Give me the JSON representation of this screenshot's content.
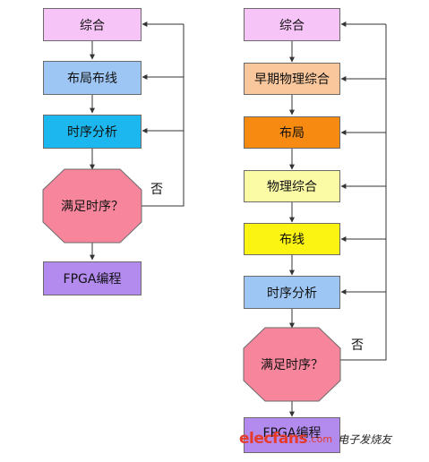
{
  "left_flow": {
    "synthesis": "综合",
    "place_route": "布局布线",
    "timing_analysis": "时序分析",
    "timing_met": "满足时序？",
    "program": "FPGA编程",
    "no_label": "否"
  },
  "right_flow": {
    "synthesis": "综合",
    "early_phys_synth": "早期物理综合",
    "placement": "布局",
    "phys_synth": "物理综合",
    "routing": "布线",
    "timing_analysis": "时序分析",
    "timing_met": "满足时序？",
    "program": "FPGA编程",
    "no_label": "否"
  },
  "watermark": {
    "logo": "elecfans",
    "suffix": ".com",
    "cn": "电子发烧友"
  },
  "colors": {
    "synthesis": "#f7c4f7",
    "place_route": "#9ec6f4",
    "timing_analysis_left": "#1bb7ee",
    "decision": "#f7869d",
    "program": "#b38bef",
    "early_phys_synth": "#f9c79b",
    "placement": "#f78a10",
    "phys_synth": "#fbfba5",
    "routing": "#fbf311",
    "timing_analysis_right": "#9ec6f4",
    "line": "#333333",
    "watermark": "#e63a2a"
  }
}
